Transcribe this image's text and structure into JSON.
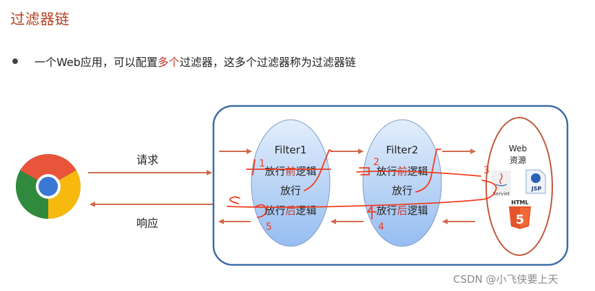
{
  "title": "过滤器链",
  "bullet": {
    "part1": "一个Web应用，可以配置",
    "highlight": "多个",
    "part2": "过滤器，这多个过滤器称为过滤器链"
  },
  "client": {
    "icon": "chrome-browser-icon",
    "request_label": "请求",
    "response_label": "响应"
  },
  "filters": [
    {
      "name": "Filter1",
      "pre_prefix": "放行",
      "pre_highlight": "前",
      "pre_suffix": "逻辑",
      "pass": "放行",
      "post_prefix": "放行",
      "post_highlight": "后",
      "post_suffix": "逻辑"
    },
    {
      "name": "Filter2",
      "pre_prefix": "放行",
      "pre_highlight": "前",
      "pre_suffix": "逻辑",
      "pass": "放行",
      "post_prefix": "放行",
      "post_highlight": "后",
      "post_suffix": "逻辑"
    }
  ],
  "web_resources": {
    "title_line1": "Web",
    "title_line2": "资源",
    "servlet_label": "Serviet",
    "jsp_label": "JSP",
    "html_label": "HTML",
    "html_number": "5"
  },
  "annotations": {
    "steps": [
      "1",
      "2",
      "3",
      "4",
      "5"
    ]
  },
  "colors": {
    "title": "#b5401f",
    "highlight": "#c0392b",
    "container_border": "#3a6aa8",
    "arrow": "#d06a4c",
    "annotation": "#f23a1c",
    "web_border": "#c0573a",
    "filter_fill_top": "#dde9fb",
    "filter_fill_bottom": "#9dc1f2"
  },
  "watermark": "CSDN @小飞侠要上天"
}
